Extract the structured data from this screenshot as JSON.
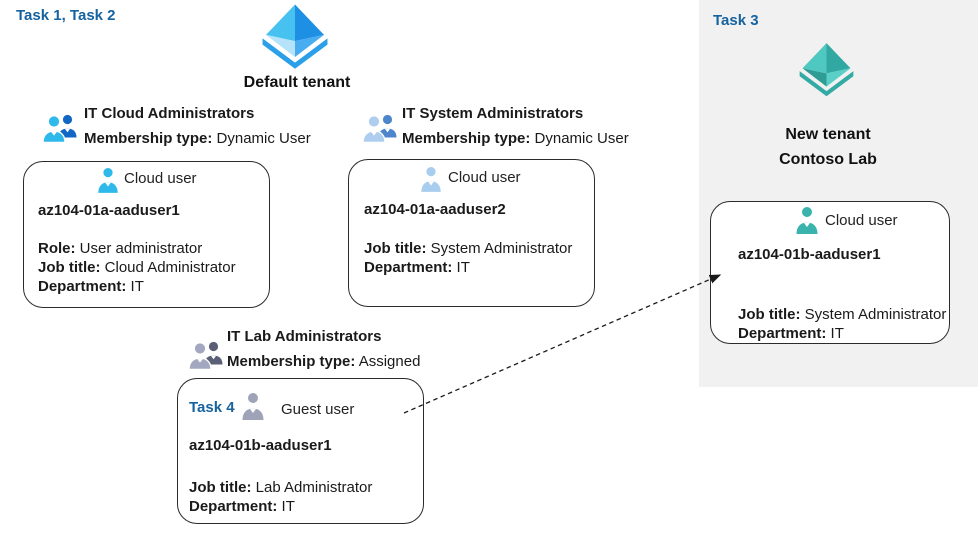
{
  "left_section": {
    "task_label": "Task 1, Task 2",
    "tenant": {
      "name": "Default tenant",
      "icon": "azure-tenant-icon-blue"
    }
  },
  "groups": [
    {
      "icon": "two-users-group-icon",
      "title": "IT Cloud Administrators",
      "membership_label": "Membership type:",
      "membership_value": "Dynamic User"
    },
    {
      "icon": "two-users-group-icon",
      "title": "IT System Administrators",
      "membership_label": "Membership type:",
      "membership_value": "Dynamic User"
    },
    {
      "icon": "two-users-group-icon",
      "title": "IT Lab Administrators",
      "membership_label": "Membership type:",
      "membership_value": "Assigned"
    }
  ],
  "cards": [
    {
      "icon": "cloud-user-icon",
      "type_label": "Cloud user",
      "name": "az104-01a-aaduser1",
      "fields": [
        {
          "label": "Role:",
          "value": "User administrator"
        },
        {
          "label": "Job title:",
          "value": "Cloud Administrator"
        },
        {
          "label": "Department:",
          "value": "IT"
        }
      ]
    },
    {
      "icon": "cloud-user-icon",
      "type_label": "Cloud user",
      "name": "az104-01a-aaduser2",
      "fields": [
        {
          "label": "Job title:",
          "value": "System Administrator"
        },
        {
          "label": "Department:",
          "value": "IT"
        }
      ]
    },
    {
      "task_label": "Task 4",
      "icon": "guest-user-icon",
      "type_label": "Guest user",
      "name": "az104-01b-aaduser1",
      "fields": [
        {
          "label": "Job title:",
          "value": "Lab Administrator"
        },
        {
          "label": "Department:",
          "value": "IT"
        }
      ]
    }
  ],
  "right_section": {
    "task_label": "Task 3",
    "tenant": {
      "line1": "New tenant",
      "line2": "Contoso Lab",
      "icon": "azure-tenant-icon-teal"
    },
    "card": {
      "icon": "cloud-user-icon",
      "type_label": "Cloud user",
      "name": "az104-01b-aaduser1",
      "fields": [
        {
          "label": "Job title:",
          "value": "System Administrator"
        },
        {
          "label": "Department:",
          "value": "IT"
        }
      ]
    }
  },
  "colors": {
    "task_label_blue": "#16639F",
    "panel_background": "#F1F1F1",
    "tenant_blue": "#2B9FE8",
    "tenant_teal": "#33ABA4",
    "group_cloud_front": "#2FB9EA",
    "group_cloud_back": "#1367C4",
    "group_system_front": "#AECDEF",
    "group_system_back": "#4E86CC",
    "group_lab_front": "#A3A8C0",
    "group_lab_back": "#5A5F76",
    "cloud_user1_icon": "#2FB9EA",
    "cloud_user2_icon": "#A9CDEE",
    "guest_user_icon": "#9EA3B8",
    "cloud_user_teal_icon": "#39B3AC"
  }
}
